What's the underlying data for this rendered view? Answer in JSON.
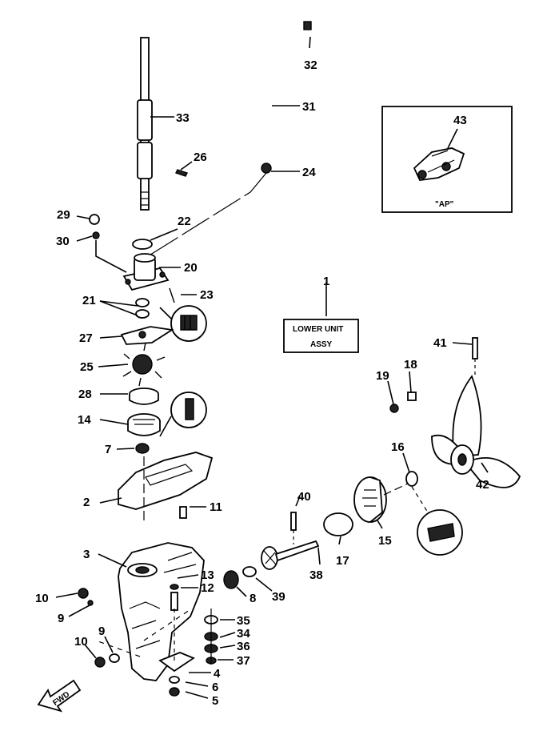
{
  "diagram": {
    "inset_label": "\"AP\"",
    "assembly_box": {
      "line1": "LOWER UNIT",
      "line2": "ASSY"
    },
    "direction_badge": "FWD",
    "callouts": [
      {
        "id": "c1",
        "text": "1"
      },
      {
        "id": "c2",
        "text": "2"
      },
      {
        "id": "c3",
        "text": "3"
      },
      {
        "id": "c4",
        "text": "4"
      },
      {
        "id": "c5",
        "text": "5"
      },
      {
        "id": "c6",
        "text": "6"
      },
      {
        "id": "c7",
        "text": "7"
      },
      {
        "id": "c8",
        "text": "8"
      },
      {
        "id": "c9a",
        "text": "9"
      },
      {
        "id": "c9b",
        "text": "9"
      },
      {
        "id": "c10a",
        "text": "10"
      },
      {
        "id": "c10b",
        "text": "10"
      },
      {
        "id": "c11",
        "text": "11"
      },
      {
        "id": "c12",
        "text": "12"
      },
      {
        "id": "c13",
        "text": "13"
      },
      {
        "id": "c14",
        "text": "14"
      },
      {
        "id": "c15",
        "text": "15"
      },
      {
        "id": "c16",
        "text": "16"
      },
      {
        "id": "c17",
        "text": "17"
      },
      {
        "id": "c18",
        "text": "18"
      },
      {
        "id": "c19",
        "text": "19"
      },
      {
        "id": "c20",
        "text": "20"
      },
      {
        "id": "c21",
        "text": "21"
      },
      {
        "id": "c22",
        "text": "22"
      },
      {
        "id": "c23",
        "text": "23"
      },
      {
        "id": "c24",
        "text": "24"
      },
      {
        "id": "c25",
        "text": "25"
      },
      {
        "id": "c26",
        "text": "26"
      },
      {
        "id": "c27",
        "text": "27"
      },
      {
        "id": "c28",
        "text": "28"
      },
      {
        "id": "c29",
        "text": "29"
      },
      {
        "id": "c30",
        "text": "30"
      },
      {
        "id": "c31",
        "text": "31"
      },
      {
        "id": "c32",
        "text": "32"
      },
      {
        "id": "c33",
        "text": "33"
      },
      {
        "id": "c34",
        "text": "34"
      },
      {
        "id": "c35",
        "text": "35"
      },
      {
        "id": "c36",
        "text": "36"
      },
      {
        "id": "c37",
        "text": "37"
      },
      {
        "id": "c38",
        "text": "38"
      },
      {
        "id": "c39",
        "text": "39"
      },
      {
        "id": "c40",
        "text": "40"
      },
      {
        "id": "c41",
        "text": "41"
      },
      {
        "id": "c42",
        "text": "42"
      },
      {
        "id": "c43",
        "text": "43"
      }
    ]
  }
}
